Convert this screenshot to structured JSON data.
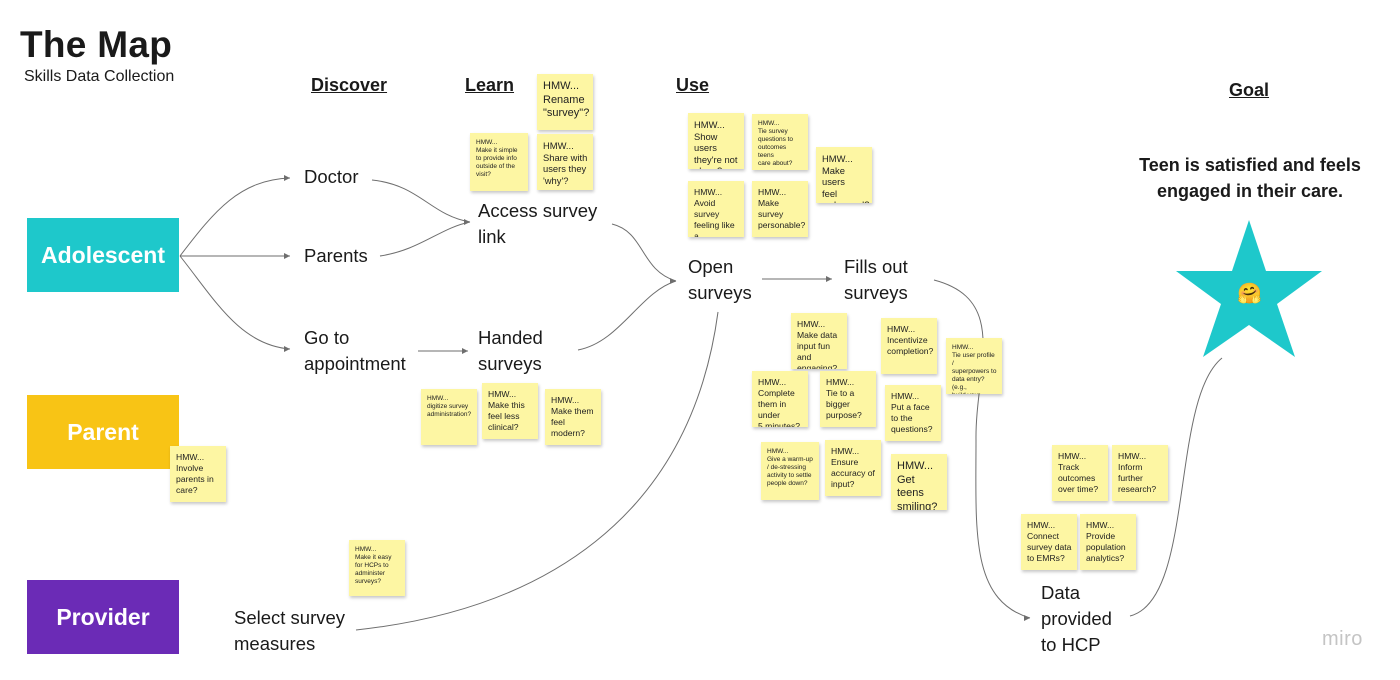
{
  "header": {
    "title": "The Map",
    "subtitle": "Skills Data Collection"
  },
  "stages": {
    "discover": "Discover",
    "learn": "Learn",
    "use": "Use",
    "goal": "Goal"
  },
  "personas": {
    "adolescent": {
      "label": "Adolescent",
      "color": "#1ec8cb"
    },
    "parent": {
      "label": "Parent",
      "color": "#f8c415"
    },
    "provider": {
      "label": "Provider",
      "color": "#6b2bb6"
    }
  },
  "nodes": {
    "doctor": "Doctor",
    "parents": "Parents",
    "go_appt": "Go to\nappointment",
    "access_link": "Access survey\nlink",
    "handed": "Handed\nsurveys",
    "open": "Open\nsurveys",
    "fills": "Fills out\nsurveys",
    "select": "Select survey\nmeasures",
    "data": "Data\nprovided\nto HCP"
  },
  "goal": {
    "text": "Teen is satisfied and feels engaged in their care.",
    "star_color": "#1ec8cb",
    "emoji": "🤗"
  },
  "stickies": {
    "rename": "HMW...\nRename\n\"survey\"?",
    "simple": "HMW...\nMake it simple\nto provide info\noutside of the\nvisit?",
    "share_why": "HMW...\nShare with\nusers they\n'why'?",
    "not_alone": "HMW...\nShow users\nthey're not\nalone?",
    "tie_outcomes": "HMW...\nTie survey\nquestions to\noutcomes teens\ncare about?",
    "welcomed": "HMW...\nMake users\nfeel\nwelcomed?",
    "avoid_test": "HMW...\nAvoid survey\nfeeling like a\ntest?",
    "personable": "HMW...\nMake survey\npersonable?",
    "digitize": "HMW...\ndigitize survey\nadministration?",
    "less_clinical": "HMW...\nMake this\nfeel less\nclinical?",
    "modern": "HMW...\nMake them\nfeel\nmodern?",
    "involve_parents": "HMW...\nInvolve\nparents in\ncare?",
    "fun": "HMW...\nMake data\ninput fun and\nengaging?",
    "incentivize": "HMW...\nIncentivize\ncompletion?",
    "tie_profile": "HMW...\nTie user profile /\nsuperpowers to\ndata entry? (e.g.,\nbuild your\nprofile)?",
    "five_min": "HMW...\nComplete\nthem in under\n5 minutes?",
    "bigger": "HMW...\nTie to a\nbigger\npurpose?",
    "face": "HMW...\nPut a face\nto the\nquestions?",
    "warmup": "HMW...\nGive a warm-up\n/ de-stressing\nactivity to settle\npeople down?",
    "accuracy": "HMW...\nEnsure\naccuracy of\ninput?",
    "smiling": "HMW...\nGet teens\nsmiling?",
    "easy_hcp": "HMW...\nMake it easy\nfor HCPs to\nadminister\nsurveys?",
    "track": "HMW...\nTrack\noutcomes\nover time?",
    "inform": "HMW...\nInform\nfurther\nresearch?",
    "emr": "HMW...\nConnect\nsurvey data\nto EMRs?",
    "analytics": "HMW...\nProvide\npopulation\nanalytics?"
  },
  "footer": {
    "watermark": "miro"
  }
}
